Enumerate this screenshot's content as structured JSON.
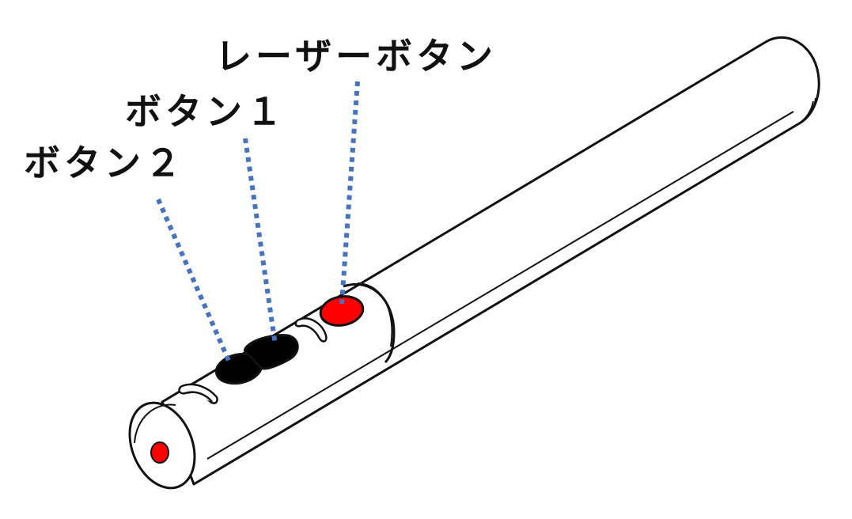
{
  "labels": {
    "laser_button": "レーザーボタン",
    "button_1": "ボタン１",
    "button_2": "ボタン２"
  },
  "colors": {
    "laser_red": "#ff0000",
    "button_black": "#000000",
    "leader_blue": "#4472c4",
    "outline": "#111111",
    "body_fill": "#ffffff"
  },
  "icons": {
    "device": "laser-pointer-pen"
  }
}
